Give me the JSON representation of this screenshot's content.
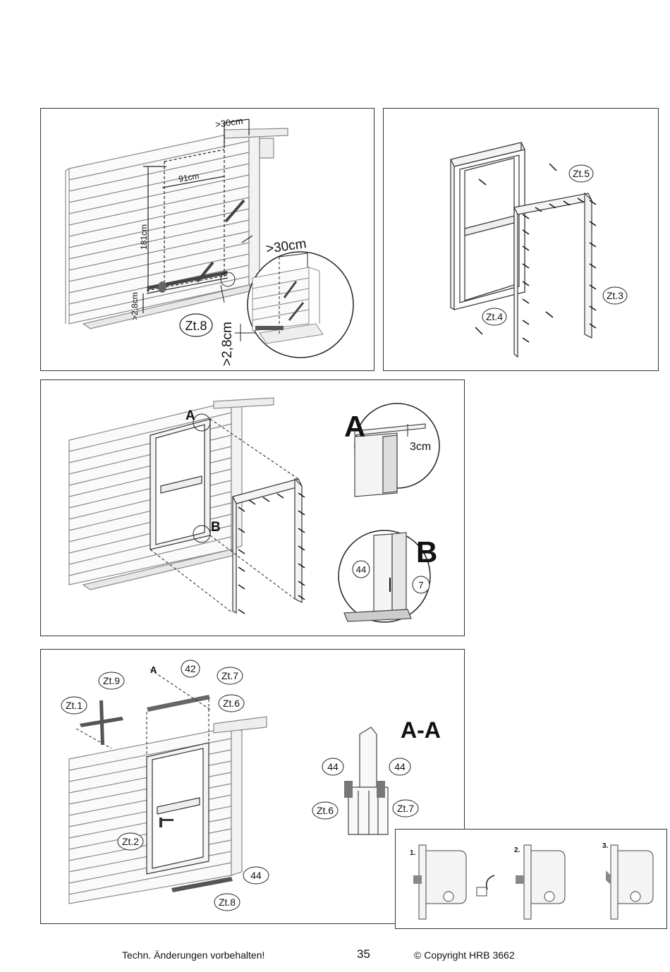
{
  "panel1": {
    "dim_top": ">30cm",
    "dim_width": "91cm",
    "dim_height": "181cm",
    "dim_gap": ">2,8cm",
    "part": "Zt.8",
    "zoom_top": ">30cm",
    "zoom_gap": ">2,8cm"
  },
  "panel2": {
    "part_top": "Zt.5",
    "part_side": "Zt.3",
    "part_left": "Zt.4"
  },
  "panel3": {
    "detail_a_marker": "A",
    "detail_b_marker": "B",
    "detail_a_title": "A",
    "detail_a_dim": "3cm",
    "detail_b_title": "B",
    "detail_b_part1": "44",
    "detail_b_part2": "7"
  },
  "panel4": {
    "zt9": "Zt.9",
    "zt1": "Zt.1",
    "n42": "42",
    "zt7": "Zt.7",
    "zt6": "Zt.6",
    "section_marker": "A",
    "zt2": "Zt.2",
    "n44": "44",
    "zt8": "Zt.8",
    "section_title": "A-A",
    "sec_44_left": "44",
    "sec_44_right": "44",
    "sec_zt6": "Zt.6",
    "sec_zt7": "Zt.7"
  },
  "panel5": {
    "step1": "1.",
    "step2": "2.",
    "step3": "3."
  },
  "footer": {
    "left": "Techn. Änderungen vorbehalten!",
    "page": "35",
    "right": "© Copyright HRB 3662"
  }
}
